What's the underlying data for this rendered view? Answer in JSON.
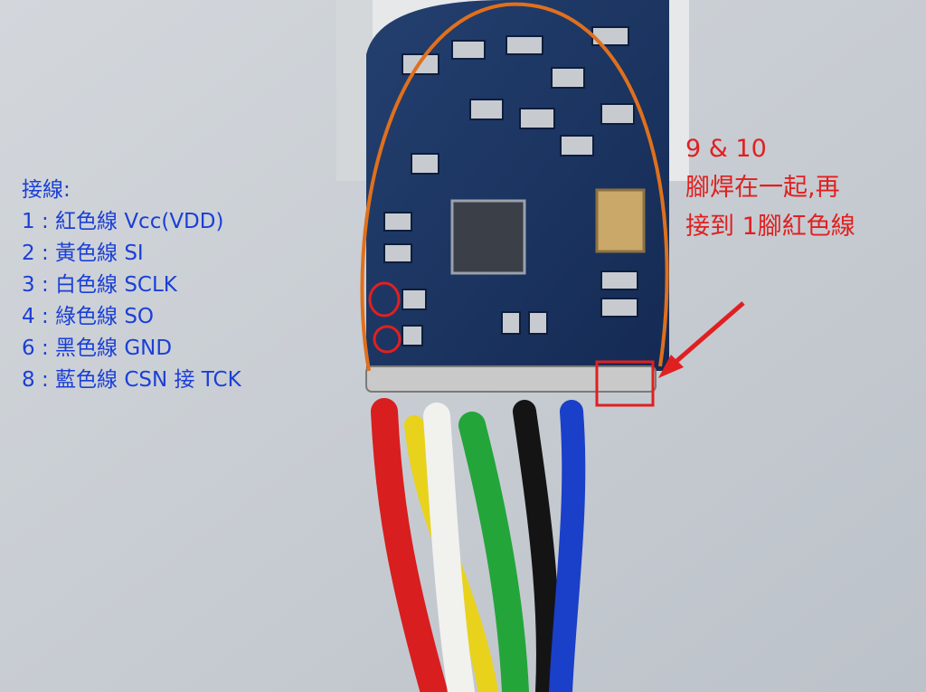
{
  "legend": {
    "title": "接線:",
    "lines": [
      "1 : 紅色線 Vcc(VDD)",
      "2 : 黃色線 SI",
      "3 : 白色線 SCLK",
      "4 : 綠色線 SO",
      "6 : 黑色線 GND",
      "8 : 藍色線 CSN 接 TCK"
    ],
    "color": "#1b3fd6"
  },
  "annotation": {
    "lines": [
      "9 & 10",
      "腳焊在一起,再",
      "接到 1腳紅色線"
    ],
    "color": "#e02020"
  },
  "wire_colors": {
    "red": "#d81e1e",
    "yellow": "#e8d21c",
    "white": "#f1f1ee",
    "green": "#23a53a",
    "black": "#141414",
    "blue": "#1a3fc8"
  },
  "board_color": "#1d3566",
  "loop_wire_color": "#e0701c"
}
